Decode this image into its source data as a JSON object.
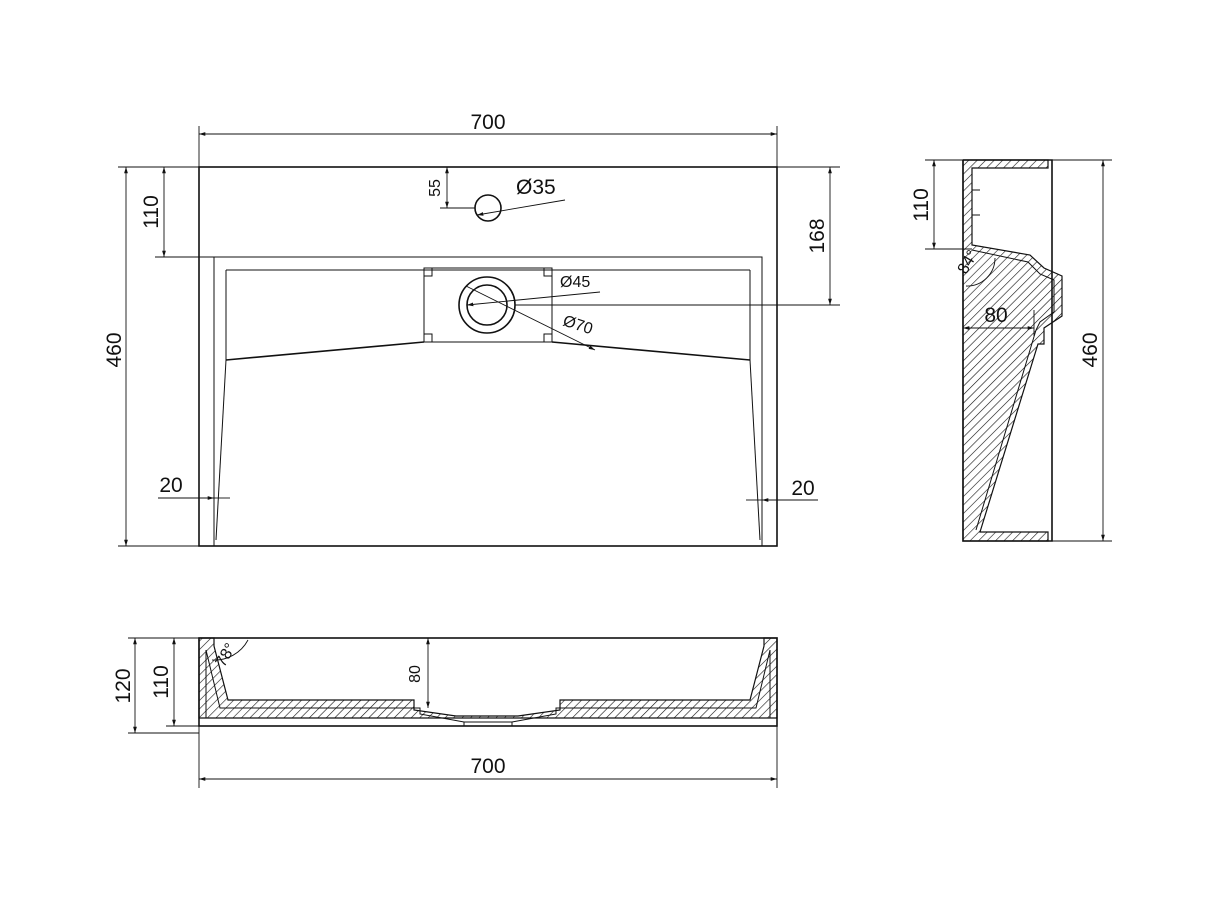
{
  "top_view": {
    "width_label": "700",
    "depth_label": "460",
    "tap_offset_label": "110",
    "bowl_offset_label": "168",
    "tap_hole_dist_label": "55",
    "tap_hole_dia_label": "Ø35",
    "drain_inner_label": "Ø45",
    "drain_outer_label": "Ø70",
    "wall_left_label": "20",
    "wall_right_label": "20"
  },
  "side_view": {
    "tap_offset_label": "110",
    "angle_label": "84°",
    "drain_depth_label": "80",
    "depth_label": "460"
  },
  "front_view": {
    "total_height_label": "120",
    "inner_height_label": "110",
    "angle_label": "78°",
    "drain_depth_label": "80",
    "width_label": "700"
  }
}
